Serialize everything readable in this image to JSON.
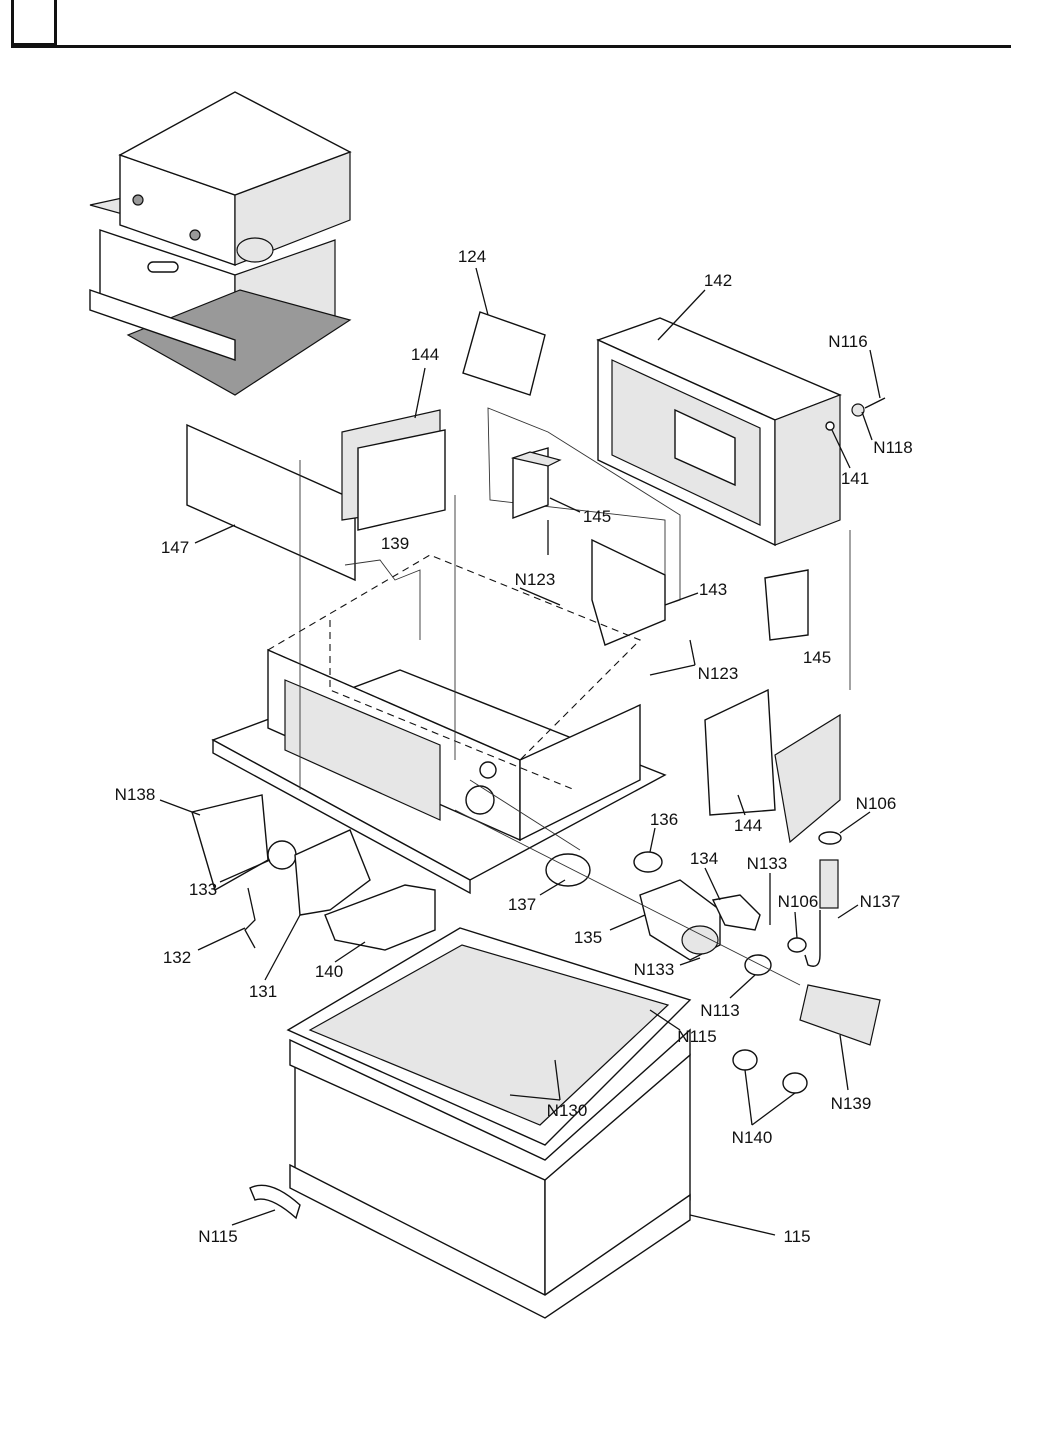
{
  "header": {
    "box_text": "",
    "title": ""
  },
  "diagram": {
    "type": "exploded-parts-view",
    "labels": [
      "124",
      "142",
      "N116",
      "N118",
      "141",
      "144",
      "147",
      "145",
      "139",
      "N123",
      "143",
      "N123",
      "145",
      "N138",
      "136",
      "134",
      "N133",
      "N106",
      "144",
      "N106",
      "N137",
      "133",
      "137",
      "135",
      "132",
      "131",
      "140",
      "N133",
      "N113",
      "N115",
      "N130",
      "N139",
      "N140",
      "N115",
      "115"
    ]
  }
}
